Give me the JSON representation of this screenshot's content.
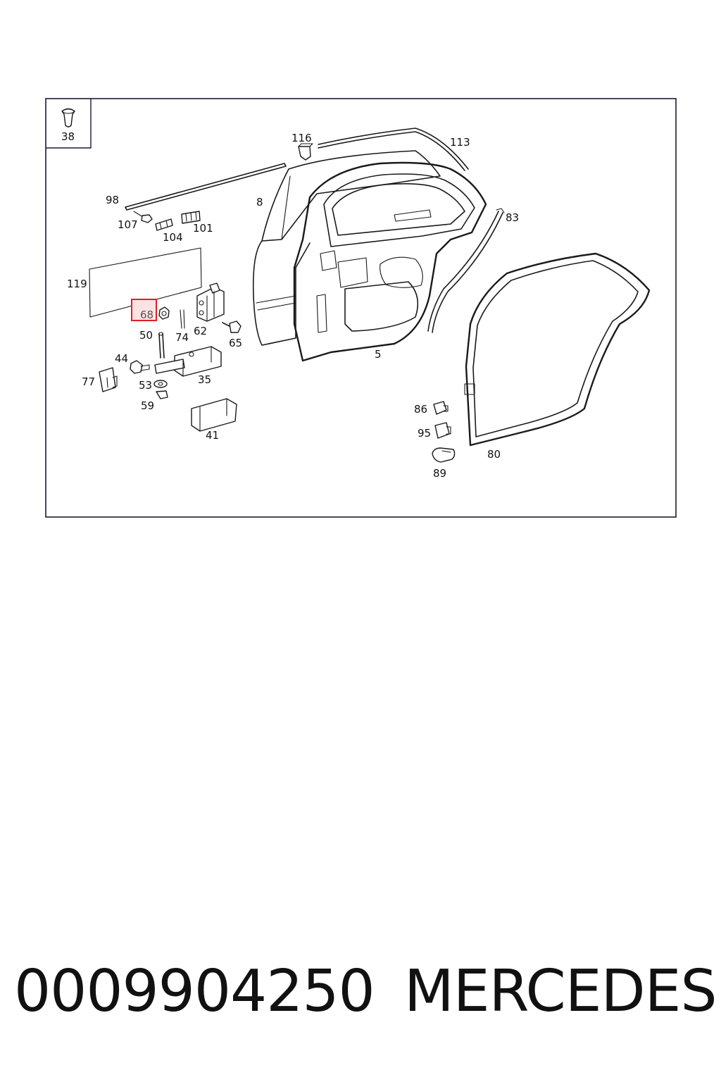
{
  "diagram": {
    "inset_label": "38",
    "highlighted": "68",
    "callouts": {
      "c116": "116",
      "c113": "113",
      "c98": "98",
      "c8": "8",
      "c83": "83",
      "c107": "107",
      "c101": "101",
      "c104": "104",
      "c119": "119",
      "c68": "68",
      "c62": "62",
      "c74": "74",
      "c50": "50",
      "c65": "65",
      "c5": "5",
      "c44": "44",
      "c35": "35",
      "c77": "77",
      "c53": "53",
      "c59": "59",
      "c86": "86",
      "c95": "95",
      "c41": "41",
      "c80": "80",
      "c89": "89"
    }
  },
  "footer": {
    "part_number": "0009904250",
    "brand": "MERCEDES"
  },
  "colors": {
    "frame": "#1a1a3a",
    "highlight": "#e02020",
    "highlight_fill": "#fbe3e3"
  }
}
